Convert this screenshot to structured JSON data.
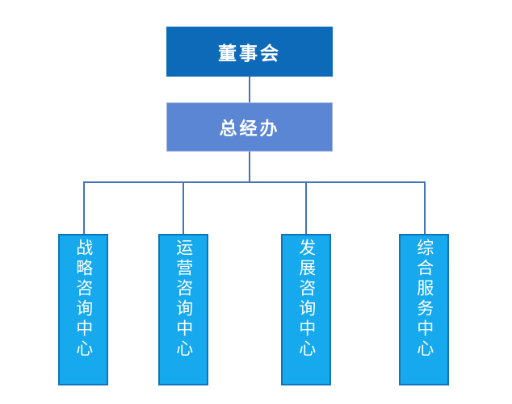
{
  "diagram": {
    "type": "organization-chart",
    "title": "",
    "background_color": "#ffffff",
    "connector_color": "#4272b8",
    "levels": [
      {
        "level": 1,
        "nodes": [
          {
            "id": "board",
            "label": "董事会",
            "fill_color": "#0d6ab8",
            "text_color": "#ffffff",
            "orientation": "horizontal"
          }
        ]
      },
      {
        "level": 2,
        "nodes": [
          {
            "id": "gm-office",
            "label": "总经办",
            "fill_color": "#5b86d4",
            "text_color": "#ffffff",
            "orientation": "horizontal"
          }
        ]
      },
      {
        "level": 3,
        "nodes": [
          {
            "id": "strategy-consulting-center",
            "label": "战略咨询中心",
            "fill_color": "#16a9ee",
            "border_color": "#1273b8",
            "text_color": "#ffffff",
            "orientation": "vertical"
          },
          {
            "id": "operations-consulting-center",
            "label": "运营咨询中心",
            "fill_color": "#16a9ee",
            "border_color": "#1273b8",
            "text_color": "#ffffff",
            "orientation": "vertical"
          },
          {
            "id": "development-consulting-center",
            "label": "发展咨询中心",
            "fill_color": "#16a9ee",
            "border_color": "#1273b8",
            "text_color": "#ffffff",
            "orientation": "vertical"
          },
          {
            "id": "comprehensive-service-center",
            "label": "综合服务中心",
            "fill_color": "#16a9ee",
            "border_color": "#1273b8",
            "text_color": "#ffffff",
            "orientation": "vertical"
          }
        ]
      }
    ]
  }
}
